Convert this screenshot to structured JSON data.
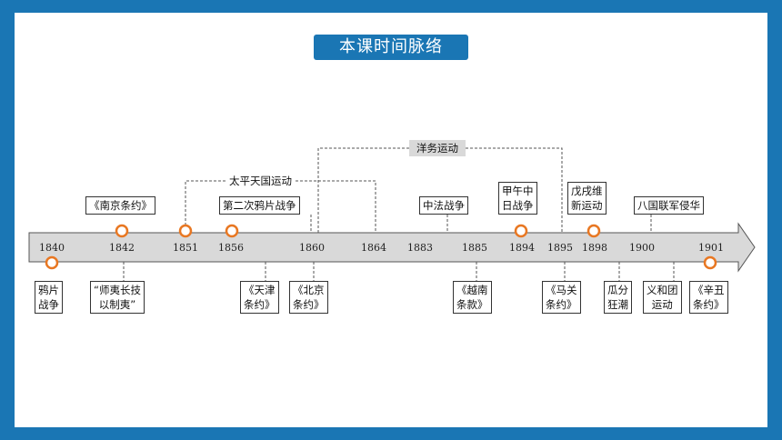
{
  "title": "本课时间脉络",
  "years": [
    "1840",
    "1842",
    "1851",
    "1856",
    "1860",
    "1864",
    "1883",
    "1885",
    "1894",
    "1895",
    "1898",
    "1900",
    "1901"
  ],
  "groups": {
    "taiping": "太平天国运动",
    "yangwu": "洋务运动"
  },
  "events_above": {
    "nanjing": "《南京条约》",
    "opium2": "第二次鸦片战争",
    "sinofrench": "中法战争",
    "jiawu": [
      "甲午中",
      "日战争"
    ],
    "wuxu": [
      "戊戌维",
      "新运动"
    ],
    "baguo": "八国联军侵华"
  },
  "events_below": {
    "opium1": [
      "鸦片",
      "战争"
    ],
    "weiyi": [
      "“师夷长技",
      "以制夷”"
    ],
    "tianjin": [
      "《天津",
      "条约》"
    ],
    "beijing": [
      "《北京",
      "条约》"
    ],
    "yuenan": [
      "《越南",
      "条款》"
    ],
    "maguan": [
      "《马关",
      "条约》"
    ],
    "guafen": [
      "瓜分",
      "狂潮"
    ],
    "yihetuan": [
      "义和团",
      "运动"
    ],
    "xinchou": [
      "《辛丑",
      "条约》"
    ]
  },
  "colors": {
    "frame": "#1a76b4",
    "arrow": "#d9d9d9",
    "marker": "#e87722"
  }
}
